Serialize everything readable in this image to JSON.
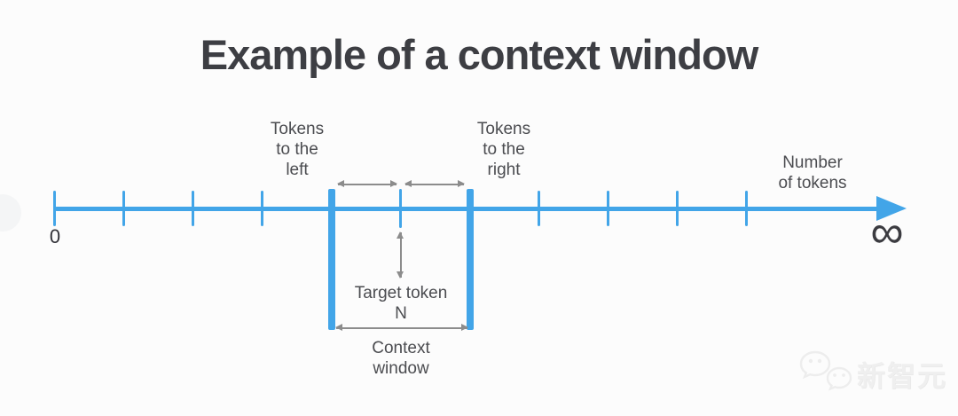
{
  "title": "Example of a context window",
  "axis": {
    "origin": "0",
    "infinity": "∞",
    "label": [
      "Number",
      "of tokens"
    ]
  },
  "annotations": {
    "tokens_left": [
      "Tokens",
      "to the",
      "left"
    ],
    "tokens_right": [
      "Tokens",
      "to the",
      "right"
    ],
    "target_token": [
      "Target token",
      "N"
    ],
    "context_window": [
      "Context",
      "window"
    ]
  },
  "watermark": {
    "brand": "新智元"
  },
  "colors": {
    "axis-blue": "#42a5e8",
    "arrow-gray": "#8c8c8c",
    "label-gray": "#4b4c50",
    "title-gray": "#3d3e43",
    "bg": "#fcfcfc",
    "watermark-gray": "#efefef"
  }
}
